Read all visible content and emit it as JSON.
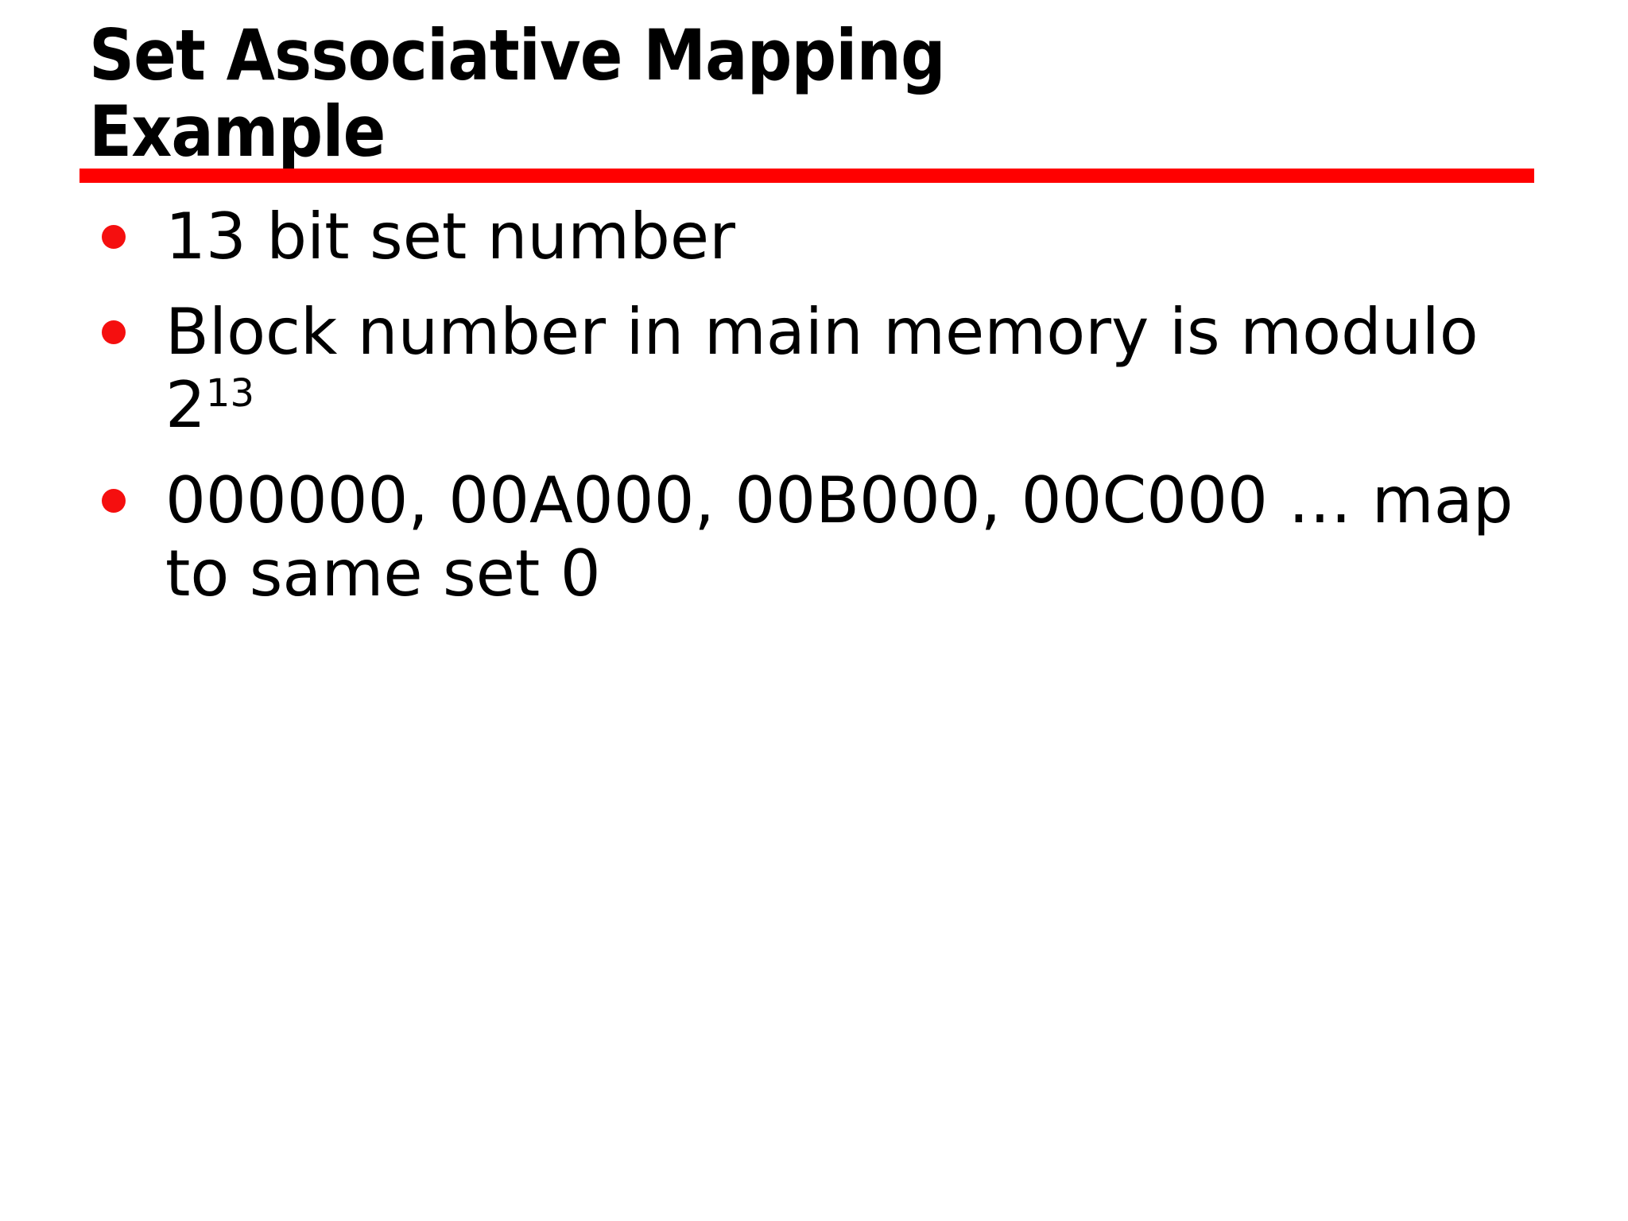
{
  "slide": {
    "title": {
      "line1": "Set Associative Mapping",
      "line2": "Example"
    },
    "bullets": [
      {
        "text": "13 bit set number"
      },
      {
        "text": "Block number in main memory is modulo 2",
        "superscript": "13"
      },
      {
        "text": "000000, 00A000, 00B000, 00C000 … map to same set 0"
      }
    ],
    "colors": {
      "accent_red": "#ff0000",
      "bullet_marker": "#f50f0f",
      "text": "#000000",
      "background": "#ffffff"
    }
  }
}
